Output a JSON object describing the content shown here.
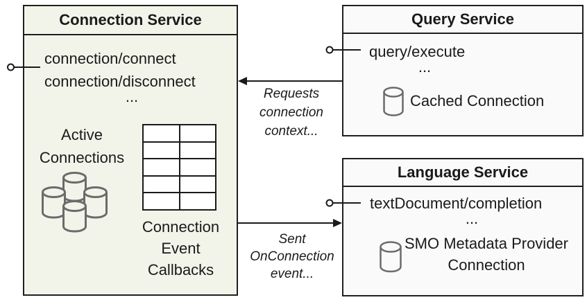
{
  "connection_service": {
    "title": "Connection Service",
    "methods": [
      "connection/connect",
      "connection/disconnect"
    ],
    "ellipsis": "...",
    "active_connections_label": "Active Connections",
    "callbacks_table": {
      "rows": 5,
      "cols": 2
    },
    "callbacks_label": "Connection Event Callbacks"
  },
  "query_service": {
    "title": "Query Service",
    "methods": [
      "query/execute"
    ],
    "ellipsis": "...",
    "cached_connection_label": "Cached Connection"
  },
  "language_service": {
    "title": "Language Service",
    "methods": [
      "textDocument/completion"
    ],
    "ellipsis": "...",
    "smo_connection_label": "SMO Metadata Provider Connection"
  },
  "connectors": {
    "requests_arrow_label": "Requests connection context...",
    "sent_arrow_label": "Sent OnConnection event..."
  },
  "icons": {
    "database_cluster": "database-cluster-icon",
    "database": "database-icon",
    "interface_lollipop": "interface-lollipop-icon"
  },
  "colors": {
    "connection_box_fill": "#f2f4ea",
    "service_box_fill": "#fafafa",
    "border": "#1f1f1f",
    "cylinder_stroke": "#6b6b6b",
    "text": "#1a1a1a"
  }
}
